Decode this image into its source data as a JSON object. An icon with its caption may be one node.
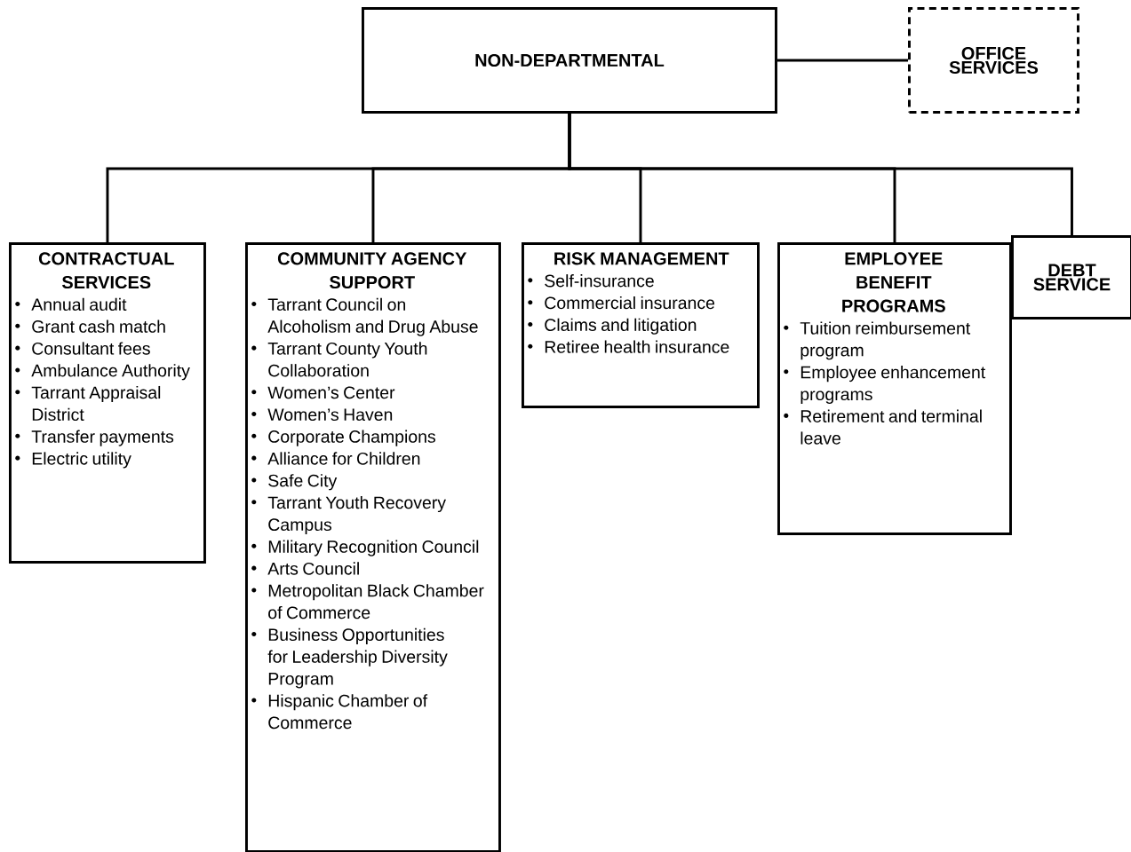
{
  "diagram": {
    "nodes": [
      {
        "text": [
          "NON-DEPARTMENTAL"
        ]
      },
      {
        "text": [
          "OFFICE SERVICES"
        ]
      },
      {
        "text": [
          "CONTRACTUAL SERVICES",
          "Annual audit",
          "Grant cash match",
          "Consultant fees",
          "Ambulance Authority",
          "Tarrant Appraisal District",
          "Transfer payments",
          "Electric utility"
        ]
      },
      {
        "text": [
          "COMMUNITY AGENCY SUPPORT",
          "Tarrant Council on Alcoholism and Drug Abuse",
          "Tarrant County Youth Collaboration",
          "Women’s Center",
          "Women’s Haven",
          "Corporate Champions",
          "Alliance for Children",
          "Safe City",
          "Tarrant Youth Recovery Campus",
          "Military Recognition Council",
          "Arts Council",
          "Metropolitan Black Chamber of Commerce",
          "Business Opportunities for Leadership Diversity Program",
          "Hispanic Chamber of Commerce"
        ]
      },
      {
        "text": [
          "RISK MANAGEMENT",
          "Self-insurance",
          "Commercial insurance",
          "Claims and litigation",
          "Retiree health insurance"
        ]
      },
      {
        "text": [
          "EMPLOYEE BENEFIT PROGRAMS",
          "Tuition reimbursement program",
          "Employee enhancement programs",
          "Retirement and terminal leave"
        ]
      },
      {
        "text": [
          "DEBT SERVICE"
        ]
      }
    ],
    "edges": [
      {
        "from": 0,
        "to": 1,
        "arrow": "none"
      },
      {
        "from": 0,
        "to": 2,
        "arrow": "none"
      },
      {
        "from": 0,
        "to": 3,
        "arrow": "none"
      },
      {
        "from": 0,
        "to": 4,
        "arrow": "none"
      },
      {
        "from": 0,
        "to": 5,
        "arrow": "none"
      },
      {
        "from": 0,
        "to": 6,
        "arrow": "none"
      }
    ]
  }
}
